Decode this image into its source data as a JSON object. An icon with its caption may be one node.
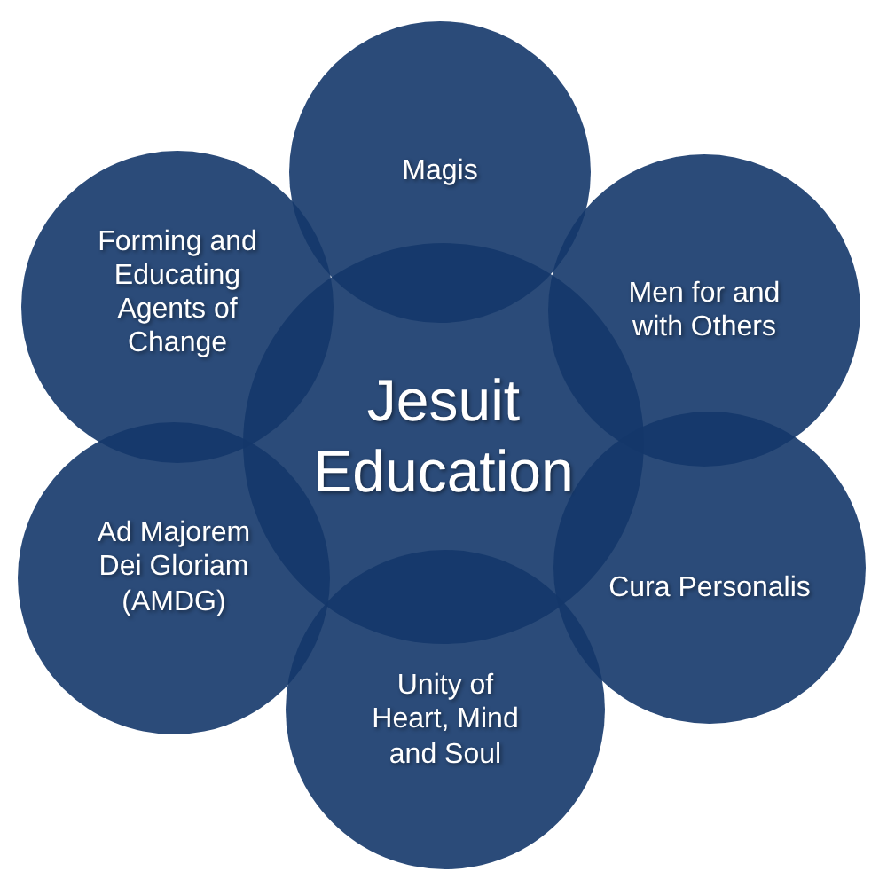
{
  "diagram": {
    "nodes": [
      {
        "text": [
          "Jesuit Education"
        ]
      },
      {
        "text": [
          "Magis"
        ]
      },
      {
        "text": [
          "Men for and with Others"
        ]
      },
      {
        "text": [
          "Cura Personalis"
        ]
      },
      {
        "text": [
          "Unity of Heart, Mind and Soul"
        ]
      },
      {
        "text": [
          "Ad Majorem Dei Gloriam (AMDG)"
        ]
      },
      {
        "text": [
          "Forming and Educating Agents of Change"
        ]
      }
    ],
    "edges": []
  }
}
